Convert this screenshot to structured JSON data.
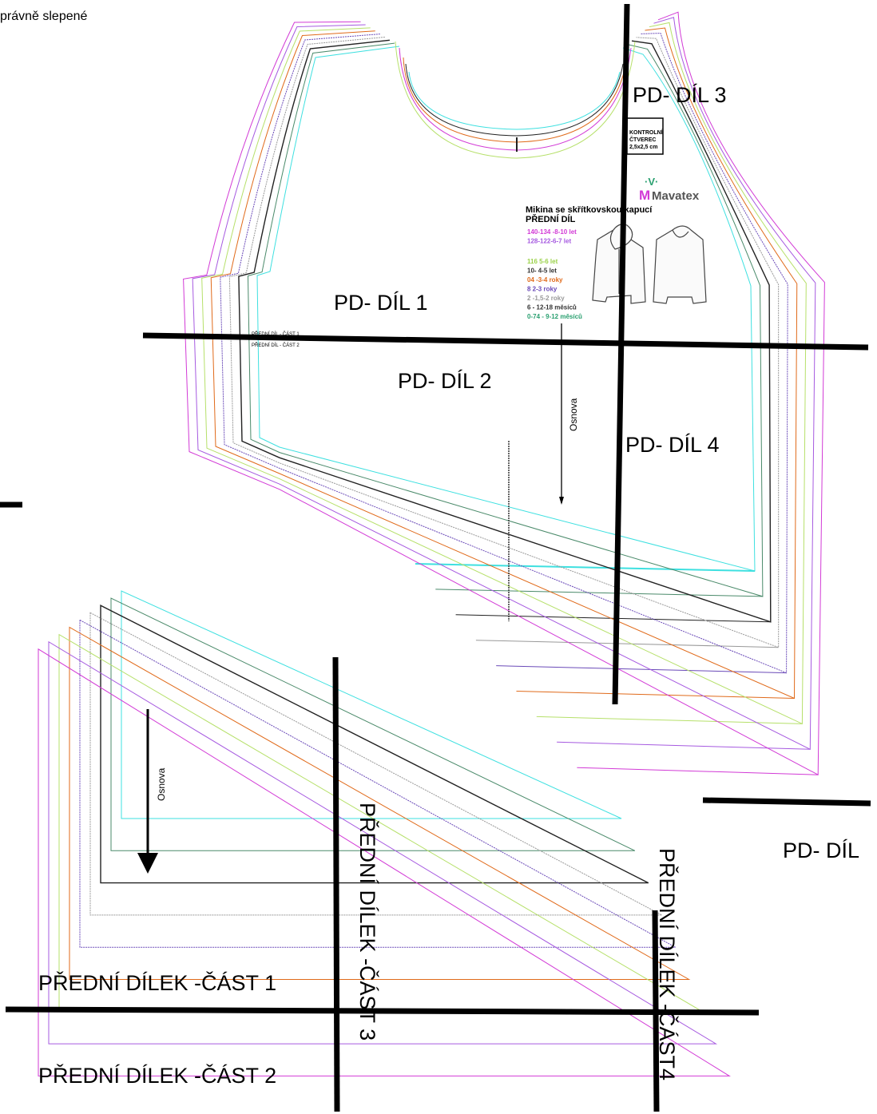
{
  "top_note": "právně slepené",
  "labels": {
    "pd1": "PD- DÍL 1",
    "pd2": "PD- DÍL 2",
    "pd3": "PD- DÍL 3",
    "pd4": "PD- DÍL 4",
    "pd5": "PD- DÍL",
    "part1": "PŘEDNÍ DÍLEK -ČÁST 1",
    "part2": "PŘEDNÍ DÍLEK -ČÁST 2",
    "part3": "PŘEDNÍ DÍLEK -ČÁST 3",
    "part4": "PŘEDNÍ DÍLEK -ČÁST4"
  },
  "grain": {
    "top": "Osnova",
    "bottom": "Osnova"
  },
  "small_labels": {
    "cast1": "PŘEDNÍ DÍL - ČÁST 1",
    "cast2": "PŘEDNÍ DÍL - ČÁST 2"
  },
  "control_square": {
    "l1": "KONTROLNÍ",
    "l2": "ČTVEREC",
    "l3": "2,5x2,5 cm"
  },
  "brand": "Mavatex",
  "pattern_title": "Mikina se skřítkovskou kapucí",
  "pattern_subtitle": "PŘEDNÍ DÍL",
  "sizes": [
    {
      "text": "140-134 -8-10 let",
      "color": "#d23ad6"
    },
    {
      "text": "128-122-6-7 let",
      "color": "#a65ae0"
    },
    {
      "text": "116 5-6 let",
      "color": "#9bd24a"
    },
    {
      "text": "10- 4-5 let",
      "color": "#333333"
    },
    {
      "text": "04 -3-4 roky",
      "color": "#e06a1a"
    },
    {
      "text": "8 2-3 roky",
      "color": "#6a4ab8"
    },
    {
      "text": "2 -1,5-2 roky",
      "color": "#999999"
    },
    {
      "text": "6 - 12-18 měsíců",
      "color": "#333333"
    },
    {
      "text": "0-74 - 9-12 měsíců",
      "color": "#2aa070"
    }
  ],
  "colors": {
    "cyan": "#3ee0e0",
    "teal": "#4a8a6a",
    "black": "#222222",
    "gray": "#999999",
    "purple": "#6a4ab8",
    "orange": "#e06a1a",
    "lime": "#b6e06a",
    "violet": "#a65ae0",
    "magenta": "#d23ad6"
  }
}
